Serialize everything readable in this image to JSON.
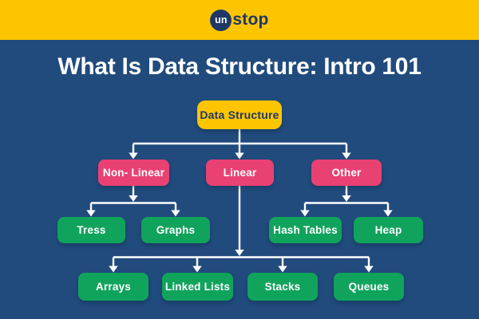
{
  "header": {
    "logo": {
      "circle_text": "un",
      "rest_text": "stop"
    }
  },
  "title": "What Is Data Structure: Intro 101",
  "colors": {
    "background": "#214B7D",
    "header_bg": "#FDC500",
    "root_bg": "#FDC500",
    "category_bg": "#EA4173",
    "leaf_bg": "#10A35C",
    "line": "#FFFFFF",
    "title_text": "#FFFFFF",
    "navy_text": "#1E3766"
  },
  "diagram": {
    "nodes": {
      "root": {
        "label": "Data Structure"
      },
      "non_linear": {
        "label": "Non- Linear"
      },
      "linear": {
        "label": "Linear"
      },
      "other": {
        "label": "Other"
      },
      "tress": {
        "label": "Tress"
      },
      "graphs": {
        "label": "Graphs"
      },
      "hash_tables": {
        "label": "Hash Tables"
      },
      "heap": {
        "label": "Heap"
      },
      "arrays": {
        "label": "Arrays"
      },
      "linked_lists": {
        "label": "Linked Lists"
      },
      "stacks": {
        "label": "Stacks"
      },
      "queues": {
        "label": "Queues"
      }
    },
    "edges": [
      {
        "from": "root",
        "to": "non_linear"
      },
      {
        "from": "root",
        "to": "linear"
      },
      {
        "from": "root",
        "to": "other"
      },
      {
        "from": "non_linear",
        "to": "tress"
      },
      {
        "from": "non_linear",
        "to": "graphs"
      },
      {
        "from": "other",
        "to": "hash_tables"
      },
      {
        "from": "other",
        "to": "heap"
      },
      {
        "from": "linear",
        "to": "arrays"
      },
      {
        "from": "linear",
        "to": "linked_lists"
      },
      {
        "from": "linear",
        "to": "stacks"
      },
      {
        "from": "linear",
        "to": "queues"
      }
    ]
  }
}
